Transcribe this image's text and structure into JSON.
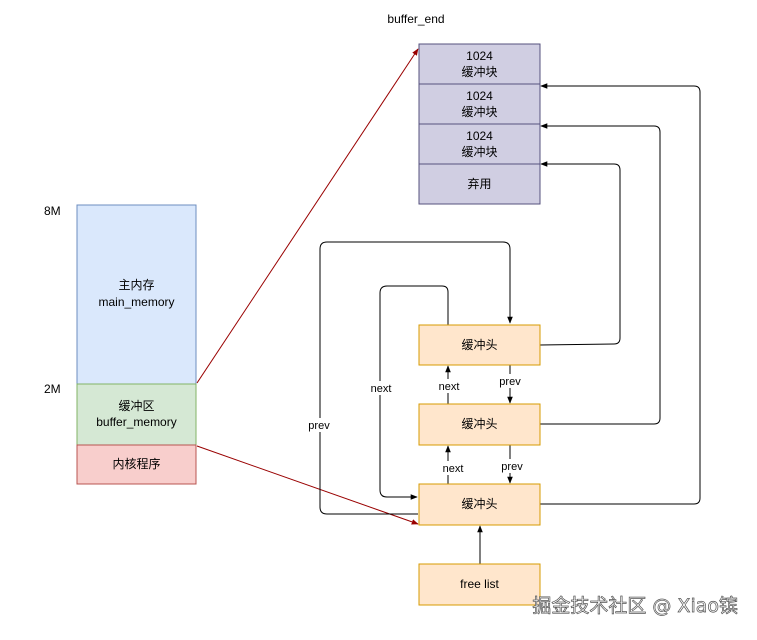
{
  "labels": {
    "buffer_end": "buffer_end",
    "mark_8m": "8M",
    "mark_2m": "2M"
  },
  "memory": {
    "main_line1": "主内存",
    "main_line2": "main_memory",
    "buffer_line1": "缓冲区",
    "buffer_line2": "buffer_memory",
    "kernel": "内核程序"
  },
  "blocks": [
    {
      "size": "1024",
      "label": "缓冲块"
    },
    {
      "size": "1024",
      "label": "缓冲块"
    },
    {
      "size": "1024",
      "label": "缓冲块"
    },
    {
      "label": "弃用"
    }
  ],
  "headers": [
    {
      "label": "缓冲头"
    },
    {
      "label": "缓冲头"
    },
    {
      "label": "缓冲头"
    }
  ],
  "free_list": "free list",
  "edges": {
    "next_upper": "next",
    "next_lower": "next",
    "next_outer": "next",
    "prev_upper": "prev",
    "prev_lower": "prev",
    "prev_outer": "prev"
  },
  "watermark": "掘金技术社区 @ Xiao镔",
  "colors": {
    "main_memory_fill": "#dae8fc",
    "main_memory_stroke": "#6c8ebf",
    "buffer_memory_fill": "#d5e8d4",
    "buffer_memory_stroke": "#82b366",
    "kernel_fill": "#f8cecc",
    "kernel_stroke": "#b85450",
    "block_fill": "#d0cee2",
    "block_stroke": "#56517e",
    "header_fill": "#ffe6cc",
    "header_stroke": "#d79b00",
    "red_arrow": "#990000"
  }
}
